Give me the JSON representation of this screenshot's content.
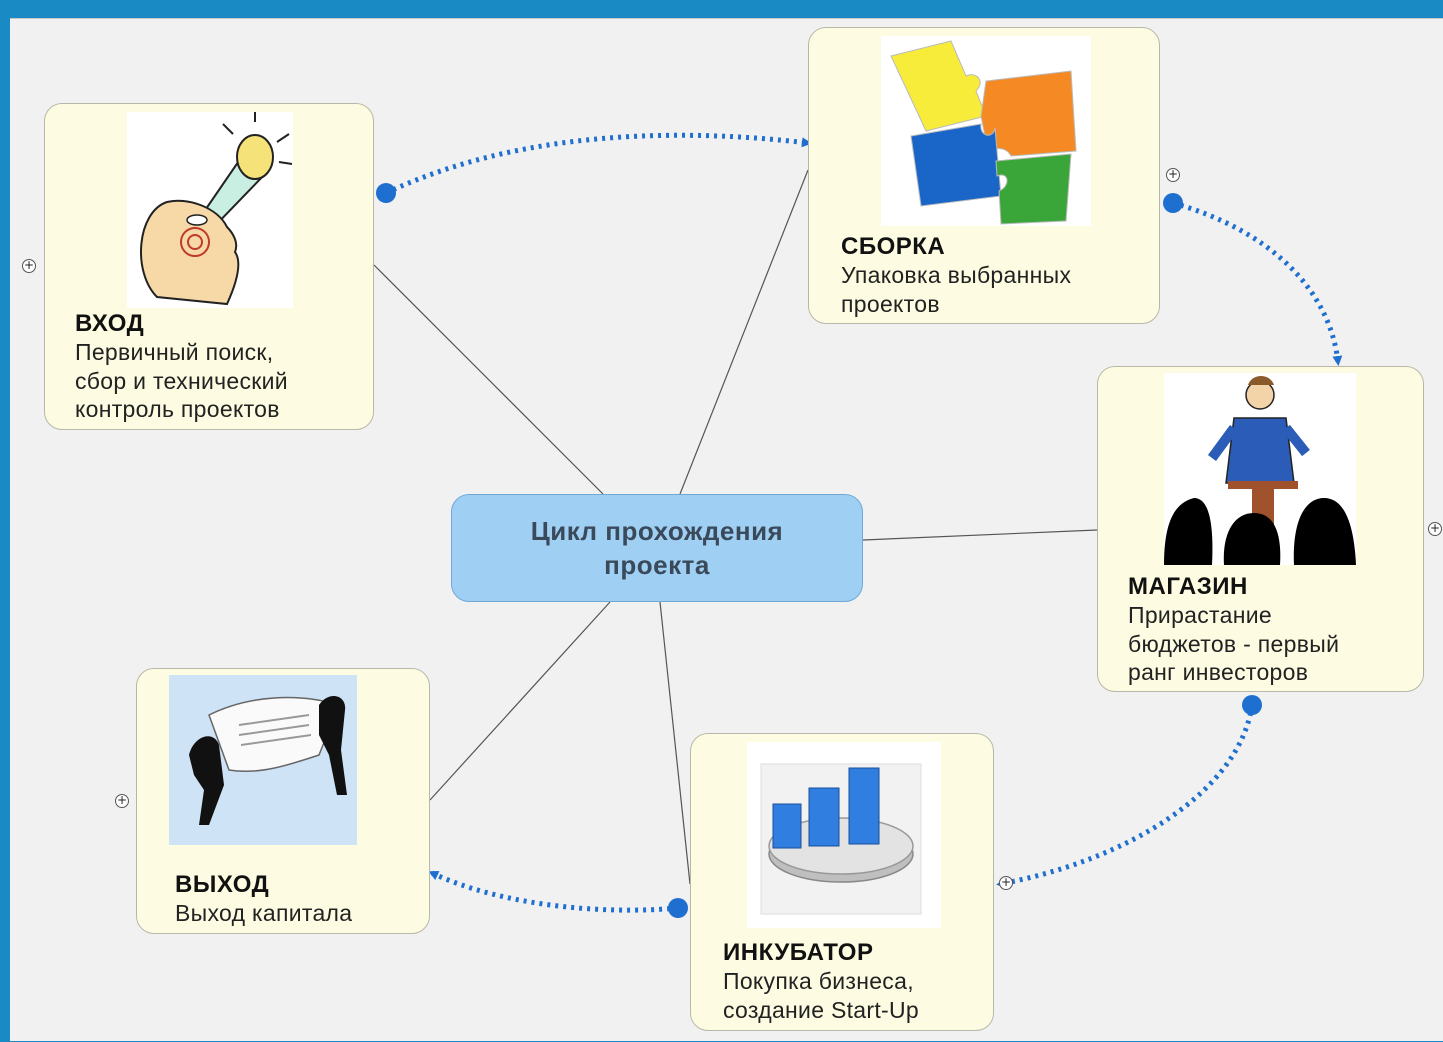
{
  "center": {
    "line1": "Цикл прохождения",
    "line2": "проекта"
  },
  "nodes": {
    "vhod": {
      "title": "ВХОД",
      "desc": [
        "Первичный поиск,",
        "сбор и технический",
        "контроль проектов"
      ],
      "image": "idea-head-icon"
    },
    "sborka": {
      "title": "СБОРКА",
      "desc": [
        "Упаковка выбранных",
        "проектов"
      ],
      "image": "puzzle-icon"
    },
    "magazin": {
      "title": "МАГАЗИН",
      "desc": [
        "Прирастание",
        "бюджетов - первый",
        "ранг инвесторов"
      ],
      "image": "presenter-audience-icon"
    },
    "inkubator": {
      "title": "ИНКУБАТОР",
      "desc": [
        "Покупка бизнеса,",
        "создание Start-Up"
      ],
      "image": "bar-chart-icon"
    },
    "vyhod": {
      "title": "ВЫХОД",
      "desc": [
        "Выход капитала"
      ],
      "image": "document-handover-icon"
    }
  },
  "colors": {
    "frame": "#1a8ac4",
    "card_fill": "#fdfce2",
    "center_fill": "#9fd0f4",
    "dotted_arrow": "#1f6fd0",
    "connector": "#555555"
  }
}
